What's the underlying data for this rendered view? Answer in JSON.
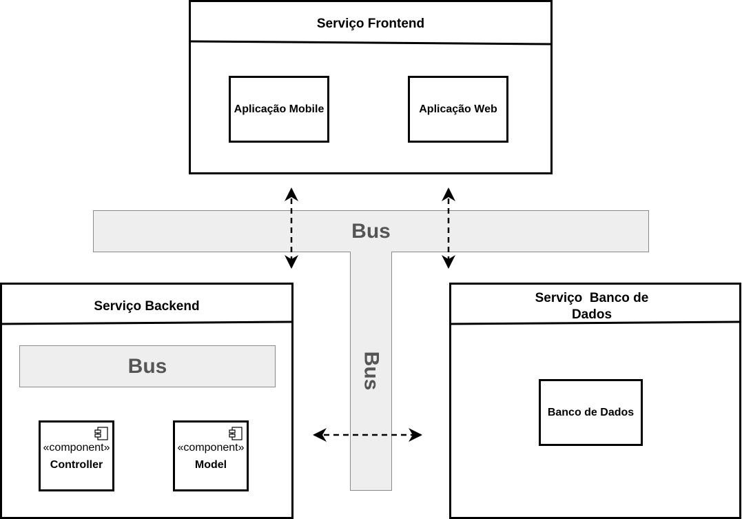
{
  "frontend": {
    "title": "Serviço Frontend",
    "mobile_app": "Aplicação Mobile",
    "web_app": "Aplicação Web"
  },
  "main_bus": {
    "label": "Bus"
  },
  "vertical_bus": {
    "label": "Bus"
  },
  "backend": {
    "title": "Serviço Backend",
    "bus_label": "Bus",
    "controller": {
      "stereotype": "«component»",
      "name": "Controller"
    },
    "model": {
      "stereotype": "«component»",
      "name": "Model"
    }
  },
  "database_service": {
    "title_line1": "Serviço  Banco de",
    "title_line2": "Dados",
    "database": "Banco de Dados"
  },
  "colors": {
    "bus_fill": "#eeeeee",
    "bus_text": "#555555",
    "border": "#000000"
  }
}
